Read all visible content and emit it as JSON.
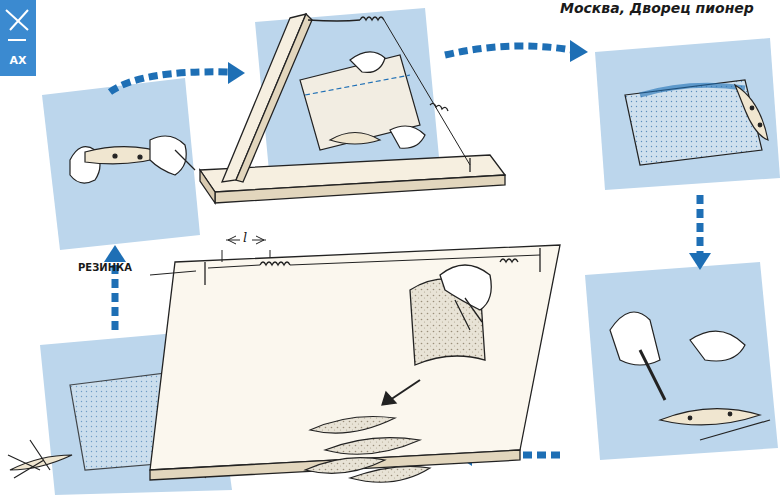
{
  "diagram": {
    "nodes": [
      {
        "text": [
          "АХ"
        ]
      }
    ],
    "labels": [
      "Москва, Дворец пионер",
      "РЕЗИНКА",
      "l"
    ]
  }
}
